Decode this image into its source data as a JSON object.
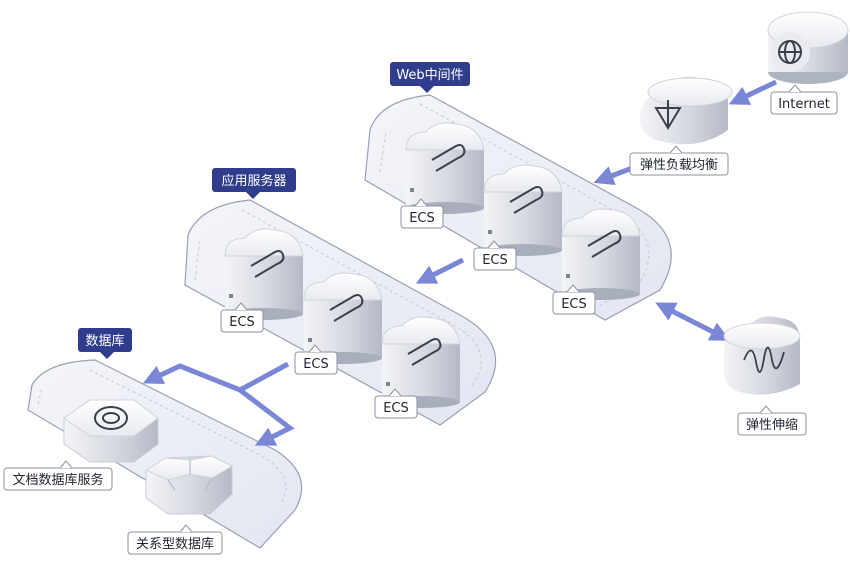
{
  "tiers": {
    "web": "Web中间件",
    "app": "应用服务器",
    "db": "数据库"
  },
  "nodes": {
    "internet": "Internet",
    "slb": "弹性负载均衡",
    "ess": "弹性伸缩",
    "ecs": "ECS",
    "doc_db": "文档数据库服务",
    "rel_db": "关系型数据库"
  },
  "colors": {
    "tier_tag": "#2f3d8c",
    "arrow": "#7a86d6",
    "platform_stroke": "#9aa0b3"
  }
}
